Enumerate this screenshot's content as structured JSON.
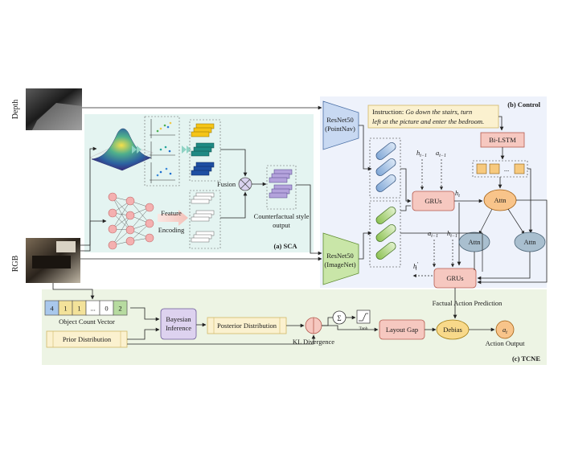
{
  "inputs": {
    "depth_label": "Depth",
    "rgb_label": "RGB"
  },
  "sca": {
    "panel_label": "(a) SCA",
    "fusion_label": "Fusion",
    "feature_encoding_line1": "Feature",
    "feature_encoding_line2": "Encoding",
    "cf_output_line1": "Counterfactual style",
    "cf_output_line2": "output"
  },
  "control": {
    "panel_label": "(b) Control",
    "instruction_prefix": "Instruction: ",
    "instruction_line1_italic": "Go down the stairs, turn",
    "instruction_line2_italic": "left at the picture and enter the bedroom.",
    "bilstm_label": "Bi-LSTM",
    "ellipsis": "...",
    "resnet_pointnav_line1": "ResNet50",
    "resnet_pointnav_line2": "(PointNav)",
    "resnet_imagenet_line1": "ResNet50",
    "resnet_imagenet_line2": "(ImageNet)",
    "gru_top_label": "GRUs",
    "gru_bottom_label": "GRUs",
    "attn_main_label": "Attn",
    "attn_left_label": "Attn",
    "attn_right_label": "Attn",
    "h_t_minus_1": "h",
    "h_t_minus_1_sub": "t−1",
    "a_t_minus_1": "a",
    "a_t_minus_1_sub": "t−1",
    "h_t": "h",
    "h_t_sub": "t",
    "a_t_minus_1_b": "a",
    "a_t_minus_1_b_sub": "t−1",
    "h_t_minus_1_b": "h",
    "h_t_minus_1_b_sub": "t−1",
    "h_t_prime": "h",
    "h_t_prime_sub": "t",
    "h_t_prime_mark": "′"
  },
  "tcne": {
    "panel_label": "(c) TCNE",
    "object_count_values": [
      "4",
      "1",
      "1",
      "...",
      "0",
      "2"
    ],
    "object_count_colors": [
      "#a9c8ec",
      "#f3e29a",
      "#f3e29a",
      "#ffffff",
      "#ffffff",
      "#b7dba0"
    ],
    "object_count_label": "Object Count Vector",
    "prior_label": "Prior Distribution",
    "bayesian_line1": "Bayesian",
    "bayesian_line2": "Inference",
    "posterior_label": "Posterior Distribution",
    "kl_label": "KL Divergence",
    "sigma_symbol": "Σ",
    "tanh_label": "Tanh",
    "layout_gap_label": "Layout Gap",
    "debias_label": "Debias",
    "factual_label": "Factual Action Prediction",
    "action_symbol": "a",
    "action_sub": "t",
    "action_output_label": "Action Output"
  }
}
